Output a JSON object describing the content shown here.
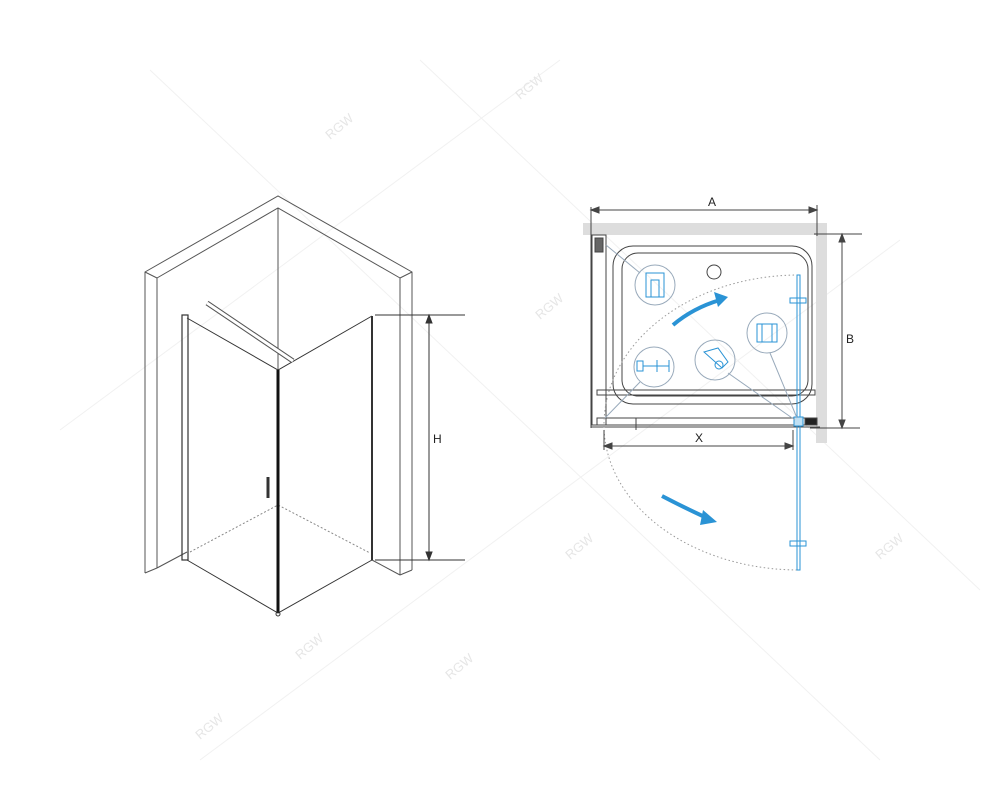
{
  "left_view": {
    "dimension_height_label": "H"
  },
  "plan_view": {
    "dimension_width_label": "A",
    "dimension_depth_label": "B",
    "dimension_door_label": "X"
  },
  "watermark": "RGW",
  "colors": {
    "line": "#333333",
    "accent": "#2a93d5",
    "wall_fill": "#dddddd"
  }
}
